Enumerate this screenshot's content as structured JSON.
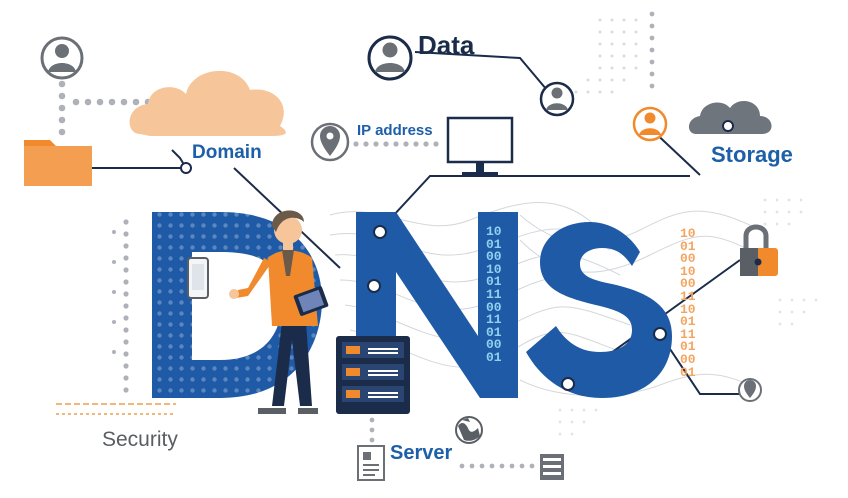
{
  "labels": {
    "data": "Data",
    "ip_address": "IP address",
    "domain": "Domain",
    "storage": "Storage",
    "security": "Security",
    "server": "Server"
  },
  "title_letters": [
    "D",
    "N",
    "S"
  ],
  "binary_left": [
    "10",
    "01",
    "00",
    "10",
    "01",
    "11",
    "00",
    "11",
    "01",
    "00",
    "01"
  ],
  "binary_right": [
    "10",
    "01",
    "00",
    "10",
    "00",
    "11",
    "10",
    "01",
    "11",
    "01",
    "00",
    "01"
  ],
  "icons": [
    "user-icon",
    "cloud-icon",
    "folder-icon",
    "location-pin-icon",
    "monitor-icon",
    "padlock-icon",
    "server-rack-icon",
    "globe-icon",
    "document-icon",
    "person-illustration",
    "tablet-icon"
  ],
  "colors": {
    "brand_blue": "#1f5aa6",
    "text_blue": "#1d5fa8",
    "orange": "#f08a2c",
    "peach_cloud": "#f6c69a",
    "grey": "#8e949b",
    "dark_navy": "#1b2b4a"
  }
}
